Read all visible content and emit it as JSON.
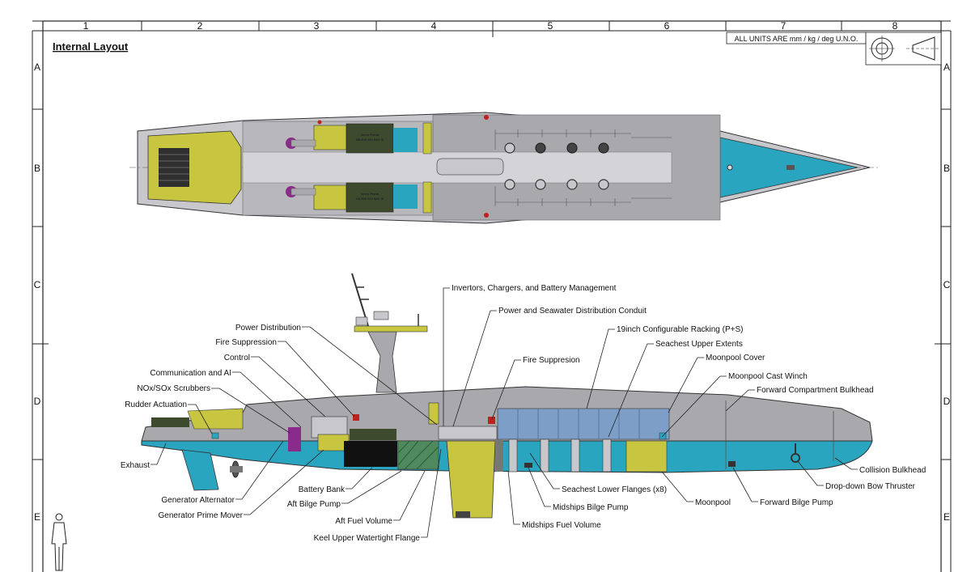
{
  "sheet": {
    "title": "Internal Layout",
    "units_note": "ALL UNITS ARE mm / kg / deg U.N.O.",
    "columns": [
      "1",
      "2",
      "3",
      "4",
      "5",
      "6",
      "7",
      "8"
    ],
    "rows": [
      "A",
      "B",
      "C",
      "D",
      "E"
    ]
  },
  "plan_view": {
    "engine_label_1": "Volvo Penta",
    "engine_label_2": "D8-600 510 IMO III"
  },
  "callouts": {
    "inverters": "Invertors, Chargers, and Battery Management",
    "conduit": "Power and Seawater Distribution Conduit",
    "racking": "19inch Configurable Racking (P+S)",
    "seachest_upper": "Seachest Upper Extents",
    "moonpool_cover": "Moonpool Cover",
    "moonpool_winch": "Moonpool Cast Winch",
    "forward_bulkhead": "Forward Compartment Bulkhead",
    "fire_suppresion": "Fire Suppresion",
    "power_distribution": "Power Distribution",
    "fire_suppression": "Fire Suppression",
    "control": "Control",
    "comms_ai": "Communication and AI",
    "scrubbers": "NOx/SOx Scrubbers",
    "rudder": "Rudder Actuation",
    "exhaust": "Exhaust",
    "gen_alternator": "Generator Alternator",
    "gen_prime_mover": "Generator Prime Mover",
    "battery_bank": "Battery Bank",
    "aft_bilge": "Aft Bilge Pump",
    "aft_fuel": "Aft Fuel Volume",
    "keel_flange": "Keel Upper Watertight Flange",
    "seachest_lower": "Seachest Lower Flanges (x8)",
    "midships_bilge": "Midships Bilge Pump",
    "midships_fuel": "Midships Fuel Volume",
    "moonpool": "Moonpool",
    "forward_bilge": "Forward Bilge Pump",
    "bow_thruster": "Drop-down Bow Thruster",
    "collision_bulkhead": "Collision Bulkhead"
  },
  "colors": {
    "hull_grey": "#a9a9ad",
    "hull_light": "#c8c8cc",
    "yellow": "#c8c640",
    "teal": "#2aa5c0",
    "dark_green": "#3d4a2e",
    "purple": "#8a2a8a",
    "blue_rack": "#7d9ec6",
    "red": "#c02020"
  },
  "icons": [
    "projection-symbol-icon",
    "human-figure-icon"
  ]
}
